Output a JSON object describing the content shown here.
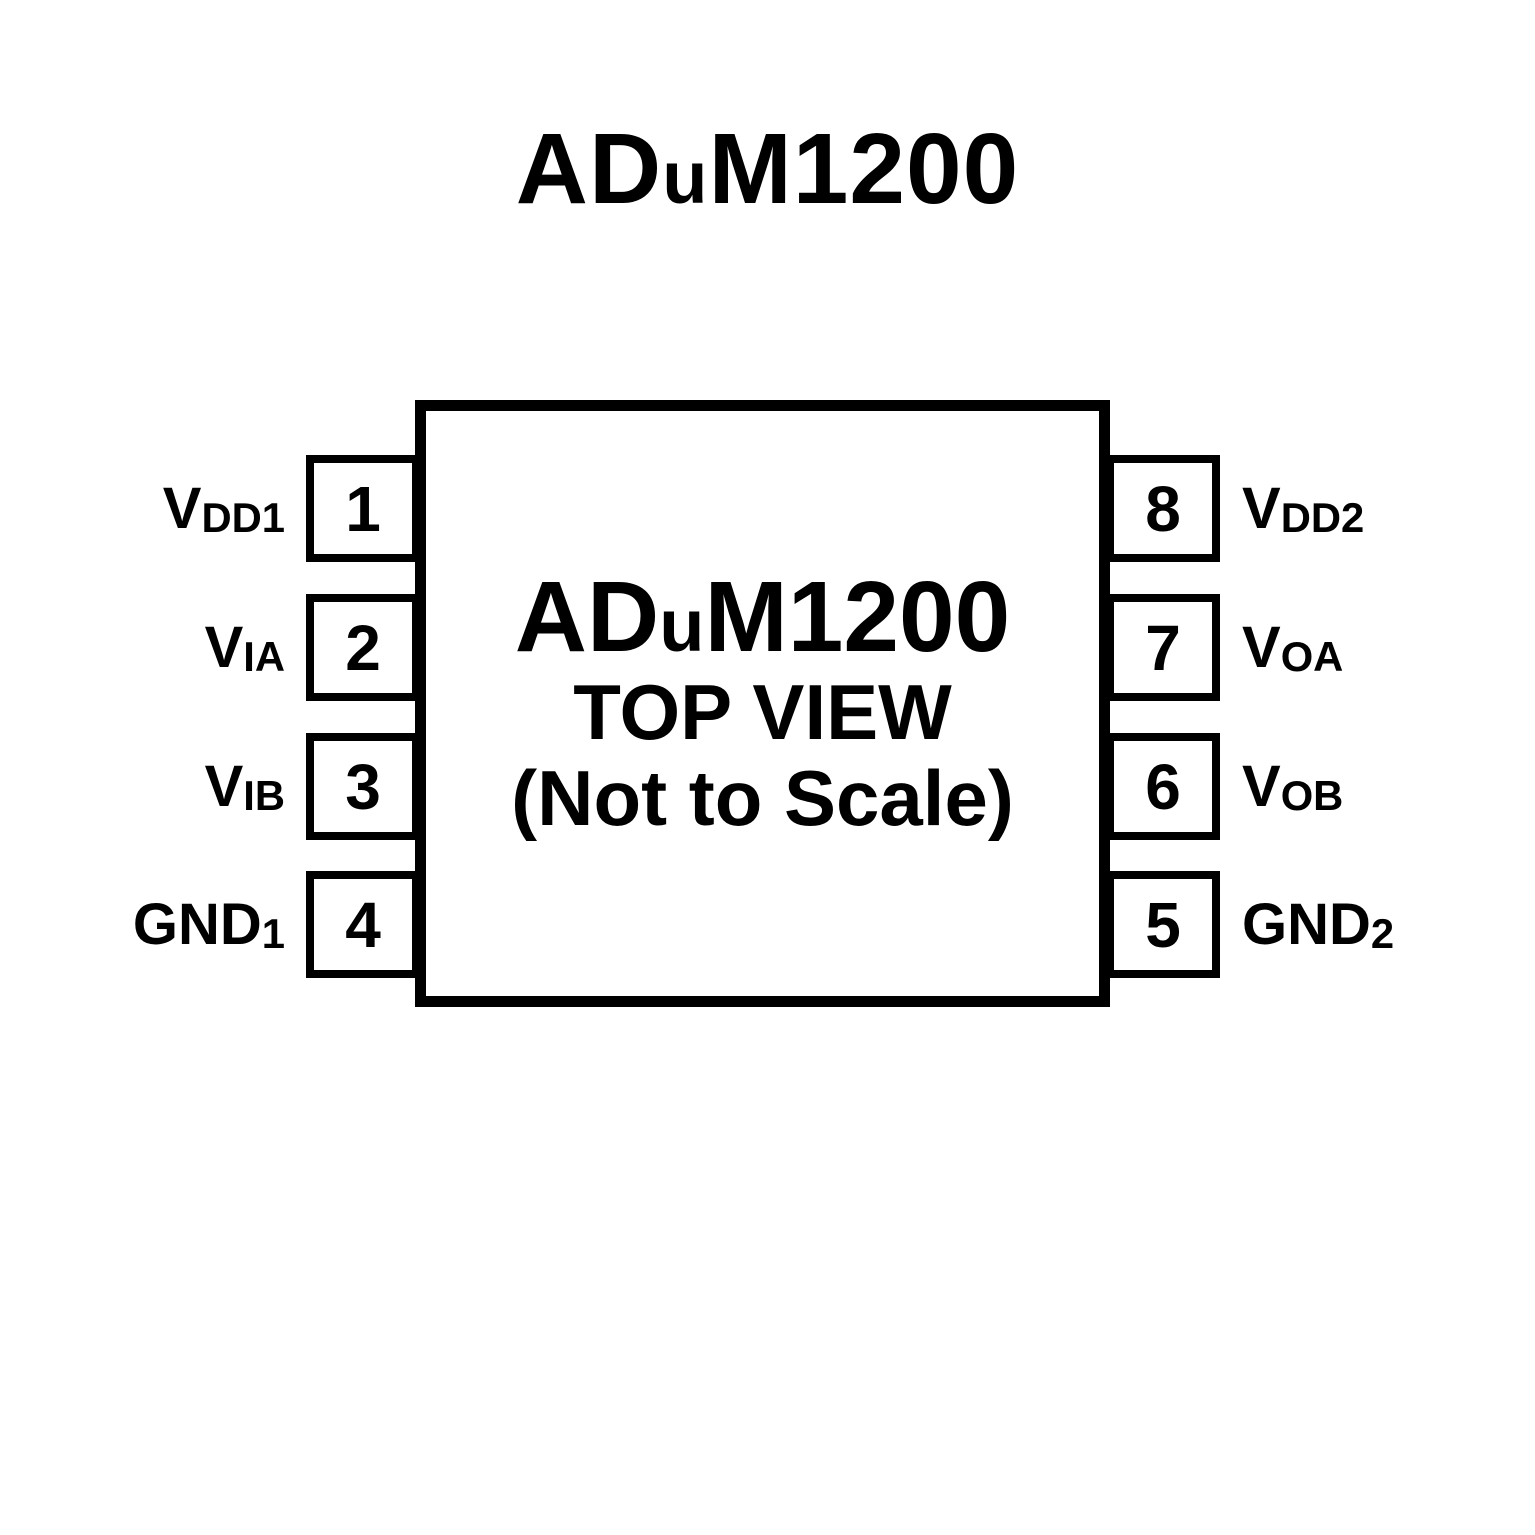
{
  "title": {
    "p1": "AD",
    "p2": "u",
    "p3": "M1200"
  },
  "chip": {
    "name": {
      "p1": "AD",
      "p2": "u",
      "p3": "M1200"
    },
    "view_label": "TOP VIEW",
    "scale_note": "(Not to Scale)"
  },
  "pins": {
    "left": [
      {
        "number": "1",
        "main": "V",
        "sub": "DD1"
      },
      {
        "number": "2",
        "main": "V",
        "sub": "IA"
      },
      {
        "number": "3",
        "main": "V",
        "sub": "IB"
      },
      {
        "number": "4",
        "main": "GND",
        "sub": "1"
      }
    ],
    "right": [
      {
        "number": "8",
        "main": "V",
        "sub": "DD2"
      },
      {
        "number": "7",
        "main": "V",
        "sub": "OA"
      },
      {
        "number": "6",
        "main": "V",
        "sub": "OB"
      },
      {
        "number": "5",
        "main": "GND",
        "sub": "2"
      }
    ]
  },
  "colors": {
    "ink": "#000000",
    "background": "#ffffff"
  }
}
